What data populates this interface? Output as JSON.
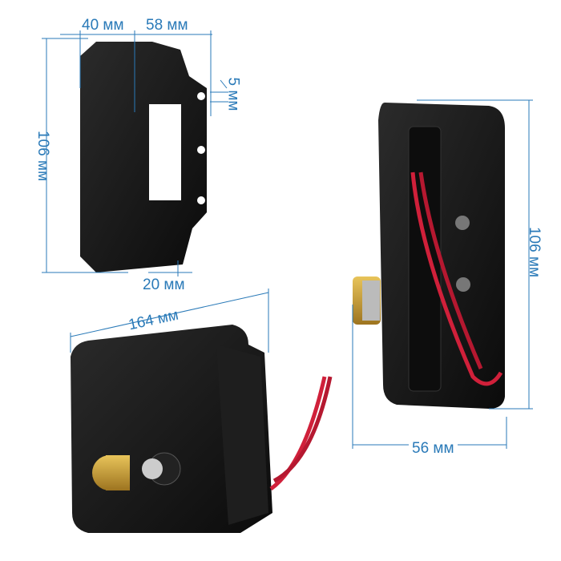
{
  "dimensions": {
    "strike_width_left": "40 мм",
    "strike_width_right": "58 мм",
    "strike_height": "106 мм",
    "strike_hole_gap": "5 мм",
    "strike_depth": "20 мм",
    "lock_length": "164 мм",
    "lock_height": "106 мм",
    "lock_depth": "56 мм"
  },
  "colors": {
    "dimension": "#2a7ab8",
    "body": "#141414",
    "wire": "#d0203a",
    "brass": "#c9a33a"
  }
}
